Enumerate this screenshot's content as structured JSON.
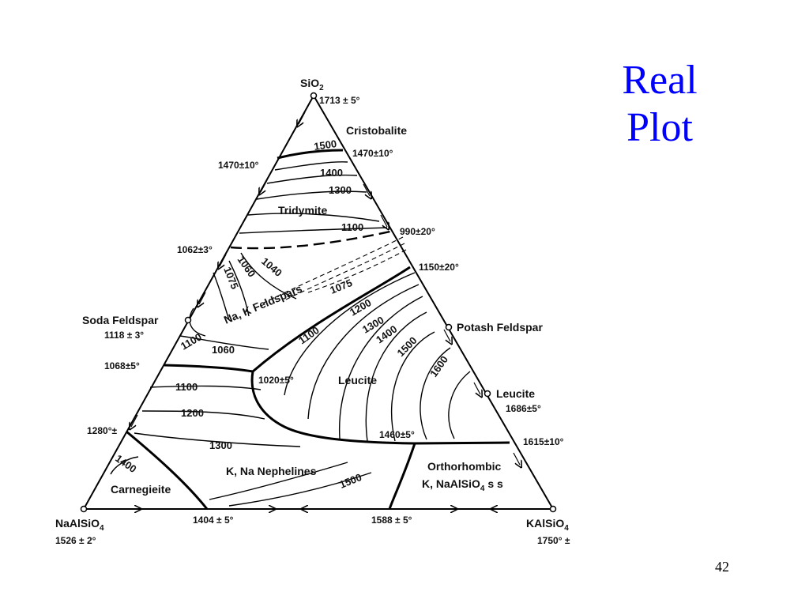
{
  "slide": {
    "title_line1": "Real",
    "title_line2": "Plot",
    "page_number": "42"
  },
  "diagram": {
    "vertices": {
      "top": {
        "formula": "SiO",
        "sub": "2",
        "temp": "1713 ± 5°"
      },
      "left": {
        "formula": "NaAlSiO",
        "sub": "4",
        "temp": "1526 ± 2°"
      },
      "right": {
        "formula": "KAlSiO",
        "sub": "4",
        "temp": "1750° ±"
      }
    },
    "phase_fields": {
      "cristobalite": "Cristobalite",
      "tridymite": "Tridymite",
      "feldspars": "Na, K Feldspars",
      "leucite": "Leucite",
      "nephelines": "K, Na Nephelines",
      "carnegieite": "Carnegieite",
      "orthorhombic_1": "Orthorhombic",
      "orthorhombic_2a": "K, NaAlSiO",
      "orthorhombic_2sub": "4",
      "orthorhombic_2b": " s s"
    },
    "points": {
      "left_1470": "1470±10°",
      "right_1470": "1470±10°",
      "t990": "990±20°",
      "t1062": "1062±3°",
      "t1150": "1150±20°",
      "soda_name": "Soda Feldspar",
      "soda_temp": "1118 ± 3°",
      "potash_name": "Potash Feldspar",
      "t1068": "1068±5°",
      "t1020": "1020±5°",
      "leucite_name": "Leucite",
      "leucite_temp": "1686±5°",
      "t1280": "1280°±",
      "t1460": "1460±5°",
      "t1615": "1615±10°",
      "t1404": "1404 ± 5°",
      "t1588": "1588 ± 5°"
    },
    "isotherms": {
      "i1500a": "1500",
      "i1400a": "1400",
      "i1300a": "1300",
      "i1100a": "1100",
      "i1040": "1040",
      "i1060a": "1060",
      "i1075a": "1075",
      "i1075b": "1075",
      "i1200a": "1200",
      "i1300b": "1300",
      "i1400b": "1400",
      "i1500b": "1500",
      "i1600": "1600",
      "i1100b": "1100",
      "i1100c": "1100",
      "i1060b": "1060",
      "i1100d": "1100",
      "i1200b": "1200",
      "i1300c": "1300",
      "i1400c": "1400",
      "i1500c": "1500"
    }
  }
}
